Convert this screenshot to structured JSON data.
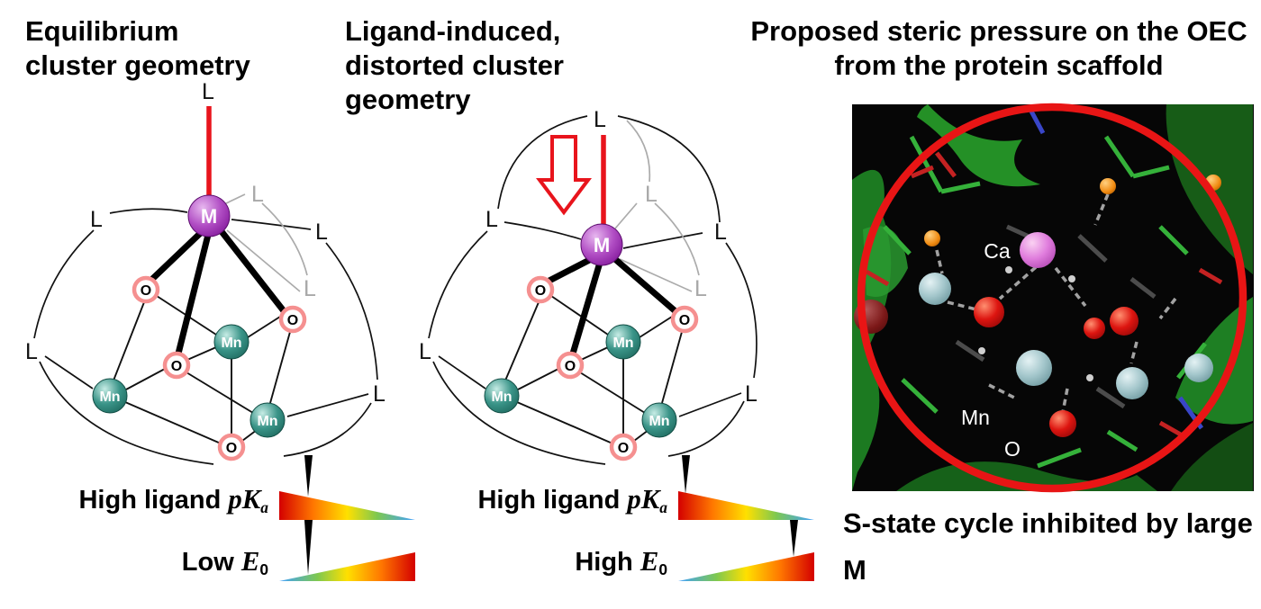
{
  "titles": {
    "left": "Equilibrium cluster geometry",
    "middle": "Ligand-induced, distorted cluster geometry",
    "right": "Proposed steric pressure on the OEC from the protein scaffold"
  },
  "caption": "S-state cycle inhibited by large M",
  "labels": {
    "metal": "M",
    "manganese": "Mn",
    "oxygen": "O",
    "ligand": "L",
    "calcium": "Ca"
  },
  "scales": {
    "left_pka": {
      "prefix": "High ligand ",
      "symbol": "pK",
      "sub": "a",
      "needle_position": 0.21
    },
    "left_e0": {
      "prefix": "Low ",
      "symbol": "E",
      "sub": "0",
      "needle_position": 0.21
    },
    "middle_pka": {
      "prefix": "High ligand ",
      "symbol": "pK",
      "sub": "a",
      "needle_position": 0.05
    },
    "middle_e0": {
      "prefix": "High ",
      "symbol": "E",
      "sub": "0",
      "needle_position": 0.84
    }
  },
  "colors": {
    "metal_sphere": "#a232b4",
    "manganese_sphere": "#2f8b7f",
    "oxygen_ring": "#f59090",
    "axial_ligand": "#e8141c",
    "pressure_arrow": "#e8141c",
    "highlight_circle": "#e81515",
    "scale_gradient": [
      "#d40000",
      "#ff7700",
      "#ffe000",
      "#7ec850",
      "#3fa0ff"
    ]
  }
}
